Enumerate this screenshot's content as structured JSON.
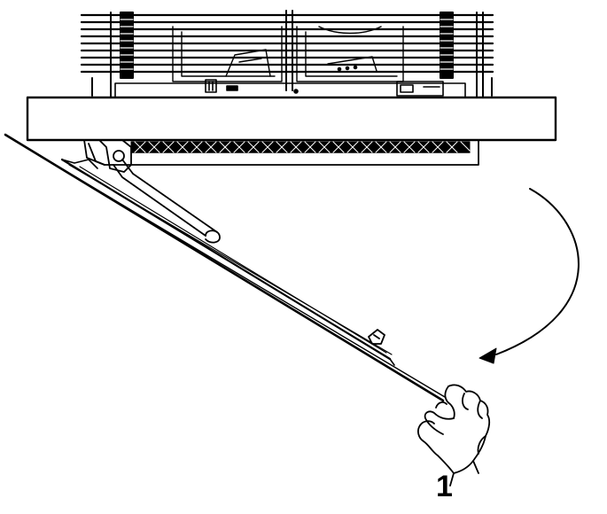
{
  "figure": {
    "kind": "line-art installation diagram",
    "step_callout": "1",
    "ink_color": "#000000",
    "background_color": "#ffffff",
    "icons": [
      "air-conditioner-unit",
      "hinged-front-panel",
      "rotation-arrow",
      "hand"
    ]
  }
}
